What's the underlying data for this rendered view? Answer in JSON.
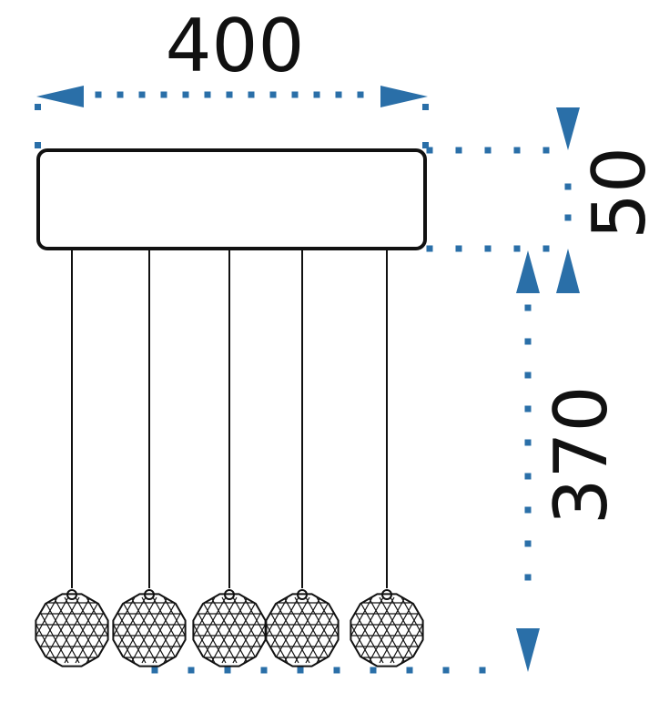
{
  "dimensions": {
    "width_label": "400",
    "canopy_height_label": "50",
    "drop_height_label": "370"
  },
  "colors": {
    "dimension": "#2a6fa8",
    "outline": "#111111",
    "background": "#ffffff"
  },
  "pendant_count": 5
}
